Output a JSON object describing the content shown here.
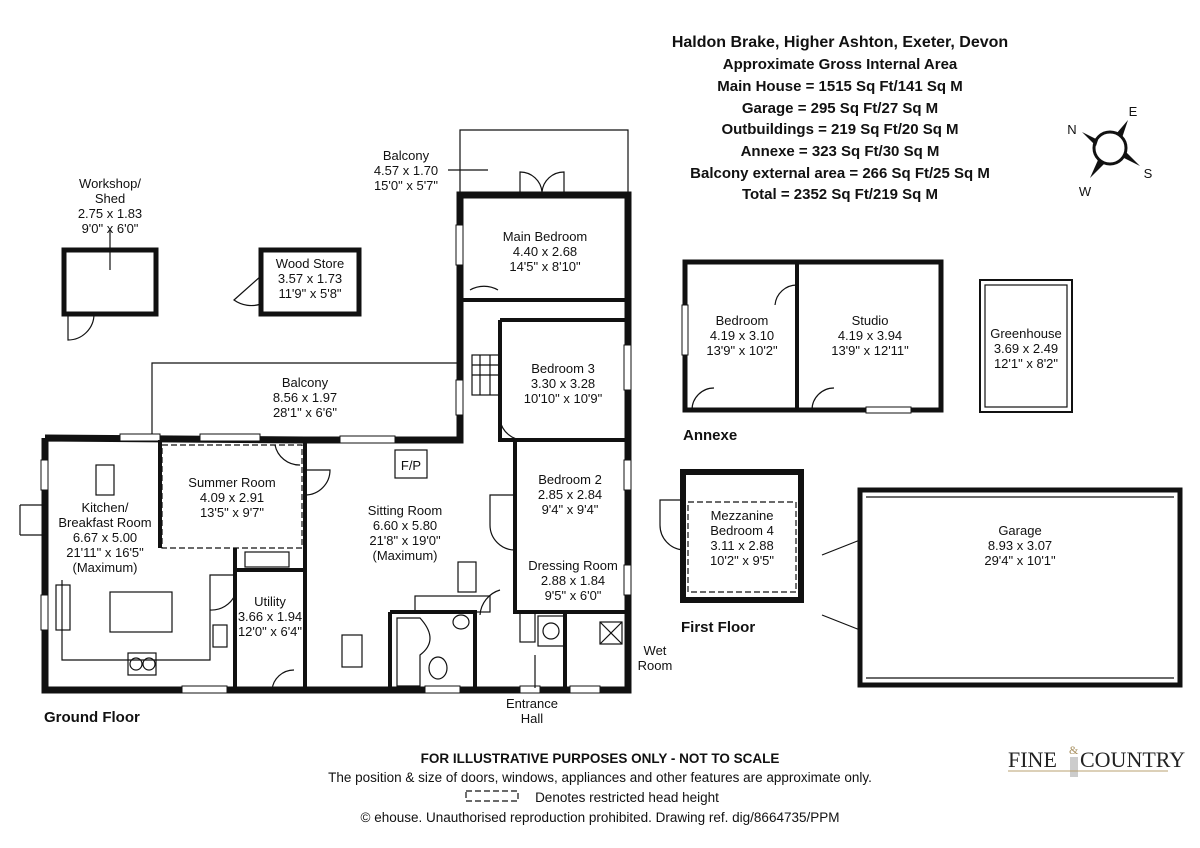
{
  "header": {
    "title": "Haldon Brake, Higher Ashton, Exeter, Devon",
    "subtitle": "Approximate Gross Internal Area",
    "areas": [
      "Main House = 1515 Sq Ft/141 Sq M",
      "Garage = 295 Sq Ft/27 Sq M",
      "Outbuildings = 219 Sq Ft/20 Sq M",
      "Annexe = 323 Sq Ft/30 Sq M",
      "Balcony external area = 266 Sq Ft/25 Sq M",
      "Total = 2352 Sq Ft/219 Sq M"
    ]
  },
  "compass": {
    "n": "N",
    "e": "E",
    "s": "S",
    "w": "W"
  },
  "floors": {
    "ground": "Ground Floor",
    "first": "First Floor",
    "annexe": "Annexe"
  },
  "rooms": {
    "workshop": [
      "Workshop/",
      "Shed",
      "2.75 x 1.83",
      "9'0\" x 6'0\""
    ],
    "wood_store": [
      "Wood Store",
      "3.57 x 1.73",
      "11'9\" x 5'8\""
    ],
    "balcony_top": [
      "Balcony",
      "4.57 x 1.70",
      "15'0\" x 5'7\""
    ],
    "main_bedroom": [
      "Main Bedroom",
      "4.40 x 2.68",
      "14'5\" x 8'10\""
    ],
    "bedroom3": [
      "Bedroom 3",
      "3.30 x 3.28",
      "10'10\" x 10'9\""
    ],
    "balcony_main": [
      "Balcony",
      "8.56 x 1.97",
      "28'1\" x 6'6\""
    ],
    "kitchen": [
      "Kitchen/",
      "Breakfast Room",
      "6.67 x 5.00",
      "21'11\" x 16'5\"",
      "(Maximum)"
    ],
    "summer_room": [
      "Summer Room",
      "4.09 x 2.91",
      "13'5\" x 9'7\""
    ],
    "sitting_room": [
      "Sitting Room",
      "6.60 x 5.80",
      "21'8\" x 19'0\"",
      "(Maximum)"
    ],
    "fireplace": "F/P",
    "bedroom2": [
      "Bedroom 2",
      "2.85 x 2.84",
      "9'4\" x 9'4\""
    ],
    "dressing_room": [
      "Dressing Room",
      "2.88 x 1.84",
      "9'5\" x 6'0\""
    ],
    "utility": [
      "Utility",
      "3.66 x 1.94",
      "12'0\" x 6'4\""
    ],
    "wet_room": [
      "Wet",
      "Room"
    ],
    "entrance_hall": [
      "Entrance",
      "Hall"
    ],
    "annexe_bedroom": [
      "Bedroom",
      "4.19 x 3.10",
      "13'9\" x 10'2\""
    ],
    "studio": [
      "Studio",
      "4.19 x 3.94",
      "13'9\" x 12'11\""
    ],
    "greenhouse": [
      "Greenhouse",
      "3.69 x 2.49",
      "12'1\" x 8'2\""
    ],
    "mezzanine": [
      "Mezzanine",
      "Bedroom 4",
      "3.11 x 2.88",
      "10'2\" x 9'5\""
    ],
    "garage": [
      "Garage",
      "8.93 x 3.07",
      "29'4\" x 10'1\""
    ]
  },
  "footer": {
    "line1": "FOR ILLUSTRATIVE PURPOSES ONLY - NOT TO SCALE",
    "line2": "The position & size of doors, windows, appliances and other features are approximate only.",
    "line3": "Denotes restricted head height",
    "line4": "© ehouse. Unauthorised reproduction prohibited. Drawing ref. dig/8664735/PPM"
  },
  "logo": {
    "left": "FINE",
    "amp": "&",
    "right": "COUNTRY"
  }
}
